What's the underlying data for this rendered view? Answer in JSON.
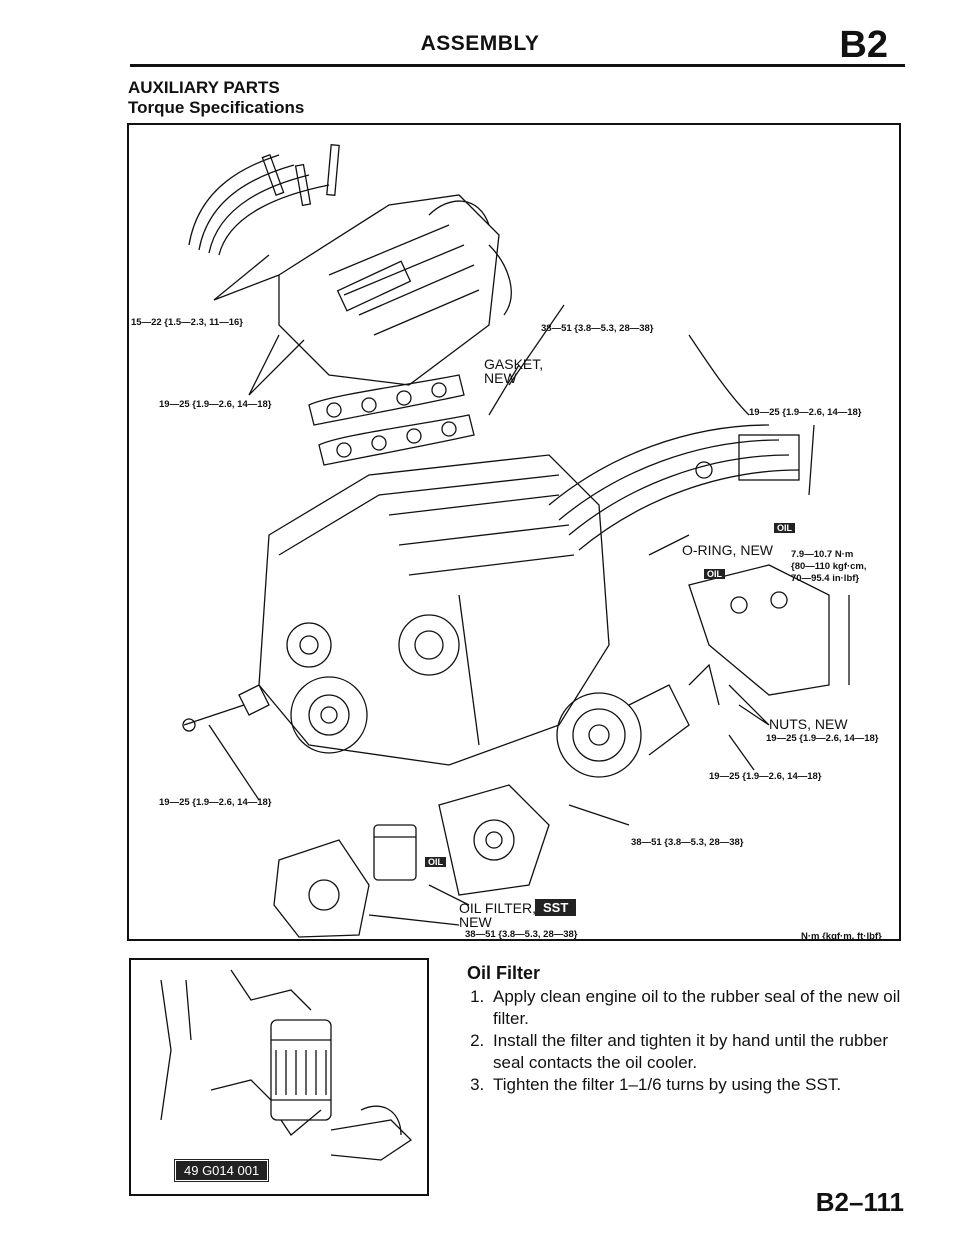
{
  "header": {
    "title": "ASSEMBLY",
    "section_code": "B2"
  },
  "section": {
    "title": "AUXILIARY PARTS",
    "subtitle": "Torque Specifications"
  },
  "figure": {
    "labels": {
      "t_15_22": "15—22 {1.5—2.3, 11—16}",
      "t_38_51_top": "38—51 {3.8—5.3, 28—38}",
      "gasket_1": "GASKET,",
      "gasket_2": "NEW",
      "t_19_25_left_top": "19—25 {1.9—2.6, 14—18}",
      "t_19_25_right_top": "19—25 {1.9—2.6, 14—18}",
      "oring": "O-RING, NEW",
      "t_79_1": "7.9—10.7 N·m",
      "t_79_2": "{80—110 kgf·cm,",
      "t_79_3": "70—95.4 in·lbf}",
      "nuts": "NUTS, NEW",
      "t_nuts": "19—25 {1.9—2.6, 14—18}",
      "t_19_25_mid_right": "19—25 {1.9—2.6, 14—18}",
      "t_19_25_left_bottom": "19—25 {1.9—2.6, 14—18}",
      "t_38_51_mid": "38—51 {3.8—5.3, 28—38}",
      "oil_filter_1": "OIL FILTER,",
      "oil_filter_2": "NEW",
      "sst": "SST",
      "t_38_51_bottom": "38—51 {3.8—5.3, 28—38}",
      "units": "N·m {kgf·m, ft·lbf}",
      "oil_badge": "OIL"
    }
  },
  "photo": {
    "sst_code": "49 G014 001"
  },
  "procedure": {
    "title": "Oil Filter",
    "steps": [
      "Apply clean engine oil to the rubber seal of the new oil filter.",
      "Install the filter and tighten it by hand until the rubber seal contacts the oil cooler.",
      "Tighten the filter 1–1/6 turns by using the SST."
    ]
  },
  "footer": {
    "page_number": "B2–111"
  }
}
